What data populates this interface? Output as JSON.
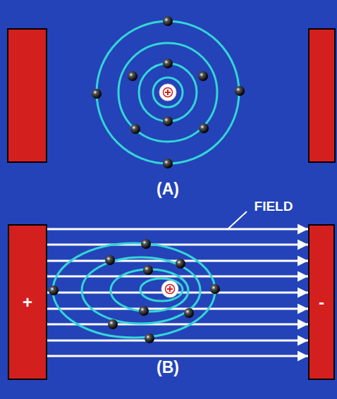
{
  "diagram": {
    "nodes": [
      {
        "text": [
          "+"
        ]
      },
      {
        "text": [
          "-"
        ]
      }
    ],
    "edges": [
      {
        "from": 0,
        "to": 1,
        "arrow": "to"
      },
      {
        "from": 0,
        "to": 1,
        "arrow": "to"
      },
      {
        "from": 0,
        "to": 1,
        "arrow": "to"
      },
      {
        "from": 0,
        "to": 1,
        "arrow": "to"
      },
      {
        "from": 0,
        "to": 1,
        "arrow": "to"
      },
      {
        "from": 0,
        "to": 1,
        "arrow": "to"
      },
      {
        "from": 0,
        "to": 1,
        "arrow": "to"
      },
      {
        "from": 0,
        "to": 1,
        "arrow": "to"
      },
      {
        "from": 0,
        "to": 1,
        "arrow": "to"
      }
    ],
    "labels": [
      "(A)",
      "FIELD",
      "(B)"
    ]
  }
}
